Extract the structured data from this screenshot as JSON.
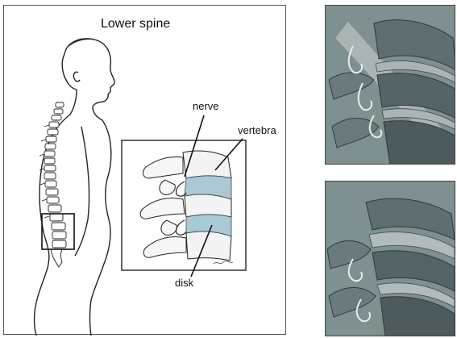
{
  "diagram": {
    "title": "Lower spine",
    "labels": {
      "nerve": "nerve",
      "vertebra": "vertebra",
      "disk": "disk"
    }
  }
}
